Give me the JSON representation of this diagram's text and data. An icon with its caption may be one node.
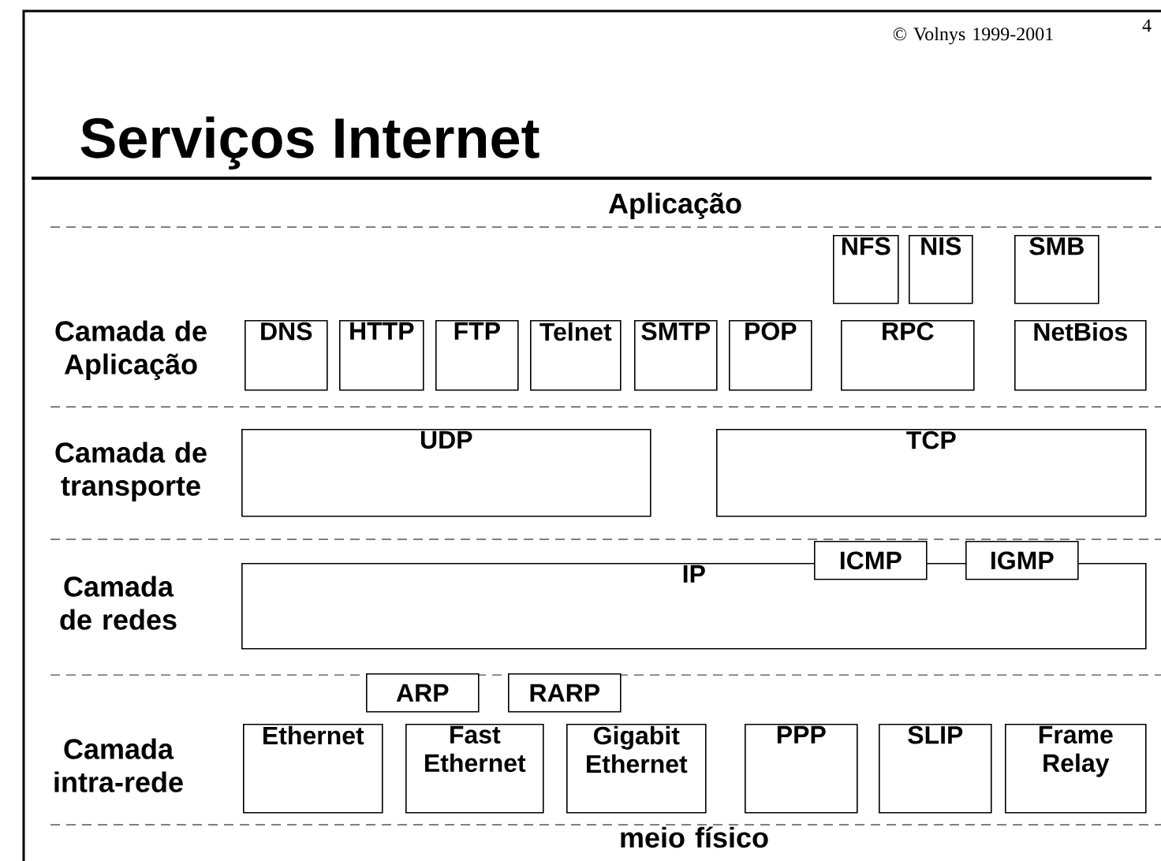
{
  "diagram": {
    "title": "Serviços Internet",
    "nodes": [
      {
        "text": [
          "NFS"
        ]
      },
      {
        "text": [
          "NIS"
        ]
      },
      {
        "text": [
          "SMB"
        ]
      },
      {
        "text": [
          "DNS"
        ]
      },
      {
        "text": [
          "HTTP"
        ]
      },
      {
        "text": [
          "FTP"
        ]
      },
      {
        "text": [
          "Telnet"
        ]
      },
      {
        "text": [
          "SMTP"
        ]
      },
      {
        "text": [
          "POP"
        ]
      },
      {
        "text": [
          "RPC"
        ]
      },
      {
        "text": [
          "NetBios"
        ]
      },
      {
        "text": [
          "UDP"
        ]
      },
      {
        "text": [
          "TCP"
        ]
      },
      {
        "text": [
          "ICMP"
        ]
      },
      {
        "text": [
          "IGMP"
        ]
      },
      {
        "text": [
          "IP"
        ]
      },
      {
        "text": [
          "ARP"
        ]
      },
      {
        "text": [
          "RARP"
        ]
      },
      {
        "text": [
          "Ethernet"
        ]
      },
      {
        "text": [
          "Fast Ethernet"
        ]
      },
      {
        "text": [
          "Gigabit Ethernet"
        ]
      },
      {
        "text": [
          "PPP"
        ]
      },
      {
        "text": [
          "SLIP"
        ]
      },
      {
        "text": [
          "Frame Relay"
        ]
      }
    ],
    "labels": [
      "© Volnys 1999-2001",
      "4",
      "Aplicação",
      "Camada de Aplicação",
      "Camada de transporte",
      "Camada de redes",
      "Camada intra-rede",
      "meio físico"
    ]
  }
}
